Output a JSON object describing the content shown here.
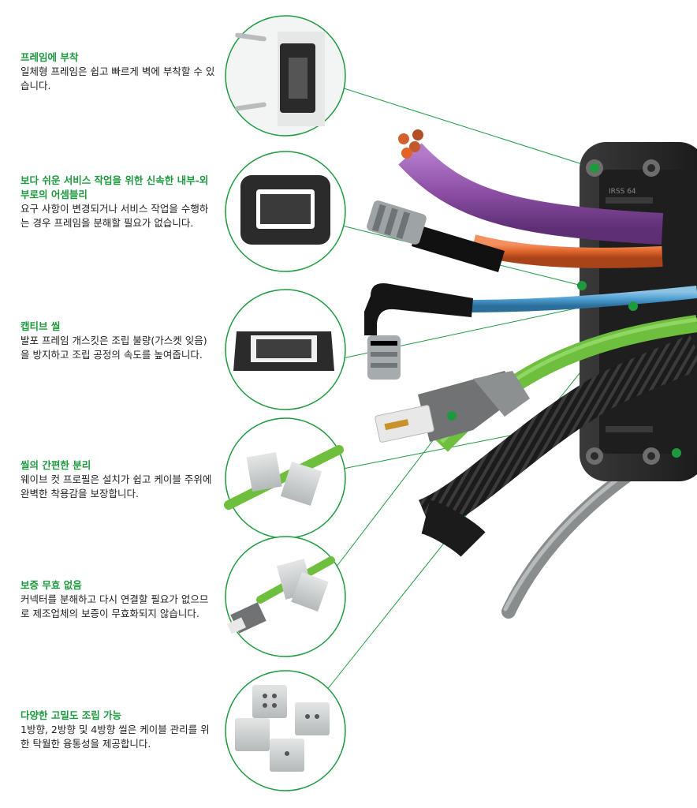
{
  "features": [
    {
      "id": "frame-mounting",
      "title": "프레임에 부착",
      "desc": "일체형 프레임은 쉽고 빠르게 벽에 부착할 수 있습니다."
    },
    {
      "id": "fast-assembly",
      "title": "보다 쉬운 서비스 작업을 위한 신속한 내부-외부로의 어셈블리",
      "desc": "요구 사항이 변경되거나 서비스 작업을 수행하는 경우 프레임을 분해할 필요가 없습니다."
    },
    {
      "id": "captive-seal",
      "title": "캡티브 씰",
      "desc": "발포 프레임 개스킷은 조립 불량(가스켓 잊음)을 방지하고 조립 공정의 속도를 높여줍니다."
    },
    {
      "id": "easy-separation",
      "title": "씰의 간편한 분리",
      "desc": "웨이브 컷 프로필은 설치가 쉽고 케이블 주위에 완벽한 착용감을 보장합니다."
    },
    {
      "id": "warranty",
      "title": "보증 무효 없음",
      "desc": "커넥터를 분해하고 다시 연결할 필요가 없으므로 제조업체의 보증이 무효화되지 않습니다."
    },
    {
      "id": "multi-density",
      "title": "다양한 고밀도 조립 가능",
      "desc": "1방향, 2방향 및 4방향 씰은 케이블 관리를 위한 탁월한 융통성을 제공합니다."
    }
  ],
  "product_label": "IRSS 64",
  "colors": {
    "accent": "#1d9a3e",
    "purple_cable": "#8d4fa6",
    "orange_cable": "#e0642a",
    "blue_cable": "#4d9ed1",
    "green_cable": "#6fbf3f",
    "frame": "#2a2a2a"
  }
}
